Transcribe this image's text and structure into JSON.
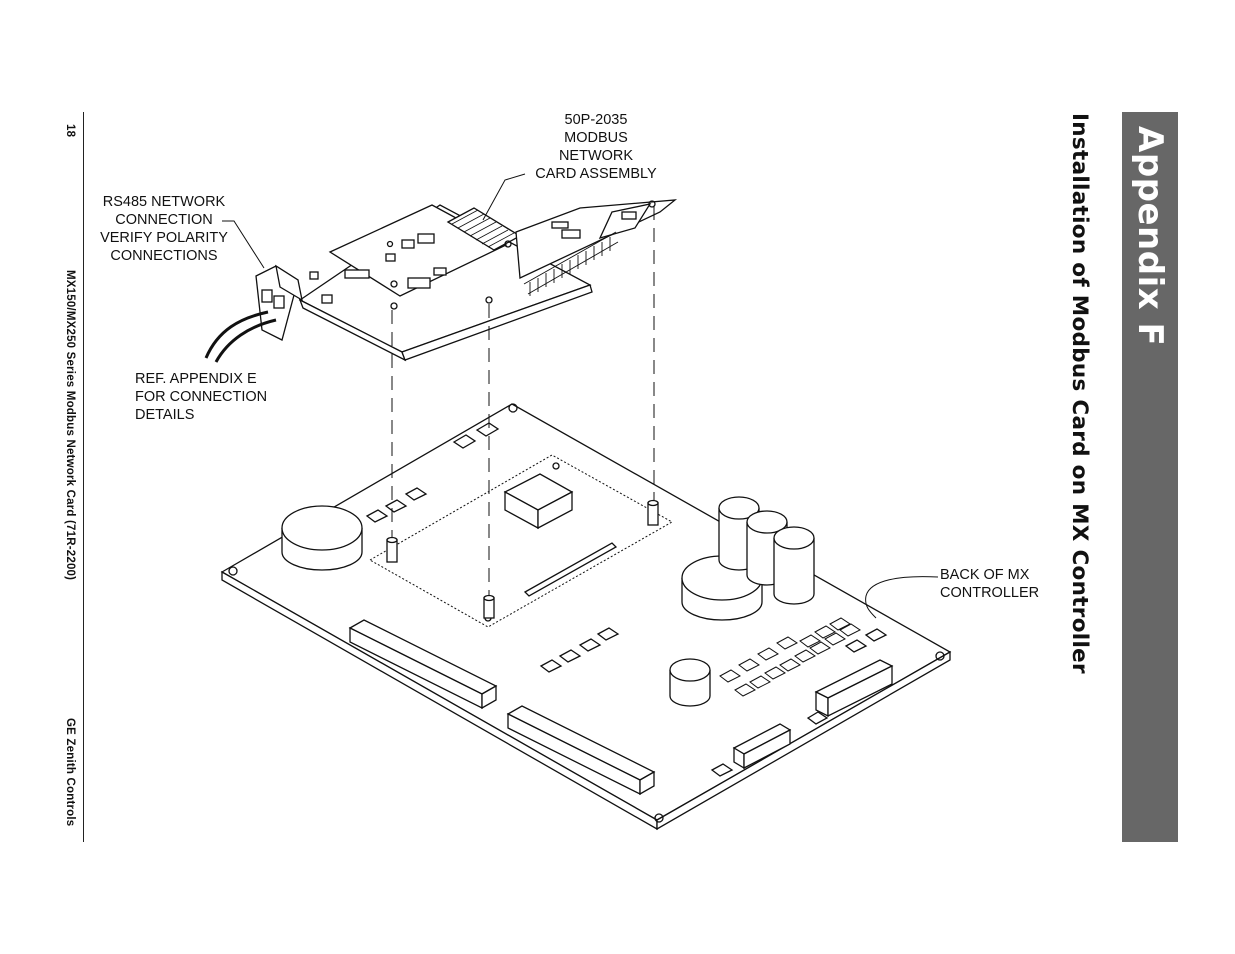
{
  "footer": {
    "page_number": "18",
    "doc_title": "MX150/MX250 Series Modbus Network Card (71R-2200)",
    "company": "GE Zenith Controls"
  },
  "banner": {
    "title": "Appendix F"
  },
  "heading": {
    "title": "Installation of Modbus Card on MX Controller"
  },
  "callouts": {
    "card_assembly": [
      "50P-2035",
      "MODBUS",
      "NETWORK",
      "CARD ASSEMBLY"
    ],
    "rs485": [
      "RS485 NETWORK",
      "CONNECTION",
      "VERIFY POLARITY",
      "CONNECTIONS"
    ],
    "ref_appendix": [
      "REF. APPENDIX E",
      "FOR CONNECTION",
      "DETAILS"
    ],
    "back_of_mx": [
      "BACK OF MX",
      "CONTROLLER"
    ]
  }
}
